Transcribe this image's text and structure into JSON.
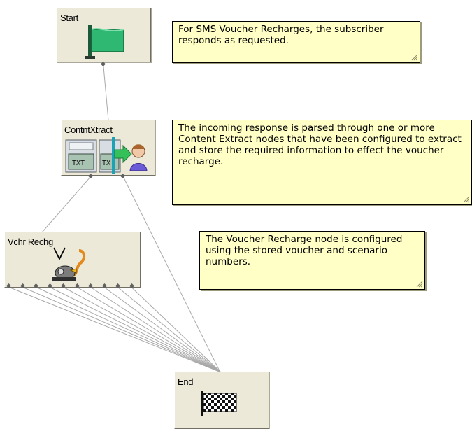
{
  "nodes": {
    "start": {
      "label": "Start"
    },
    "extract": {
      "label": "ContntXtract"
    },
    "voucher": {
      "label": "Vchr Rechg"
    },
    "end": {
      "label": "End"
    }
  },
  "notes": {
    "sms": {
      "text": "For SMS Voucher Recharges, the subscriber responds as requested."
    },
    "extract": {
      "text": "The incoming response is parsed through one or more Content Extract nodes that have been configured to extract and store the required information to effect the voucher recharge."
    },
    "voucher": {
      "text": "The Voucher Recharge node is configured using the stored voucher and scenario numbers."
    }
  },
  "colors": {
    "node_bg": "#ece9d8",
    "note_bg": "#ffffc6",
    "connector": "#a8a8a8",
    "flag_green": "#2eb872",
    "selected_line": "#19a3b4"
  }
}
